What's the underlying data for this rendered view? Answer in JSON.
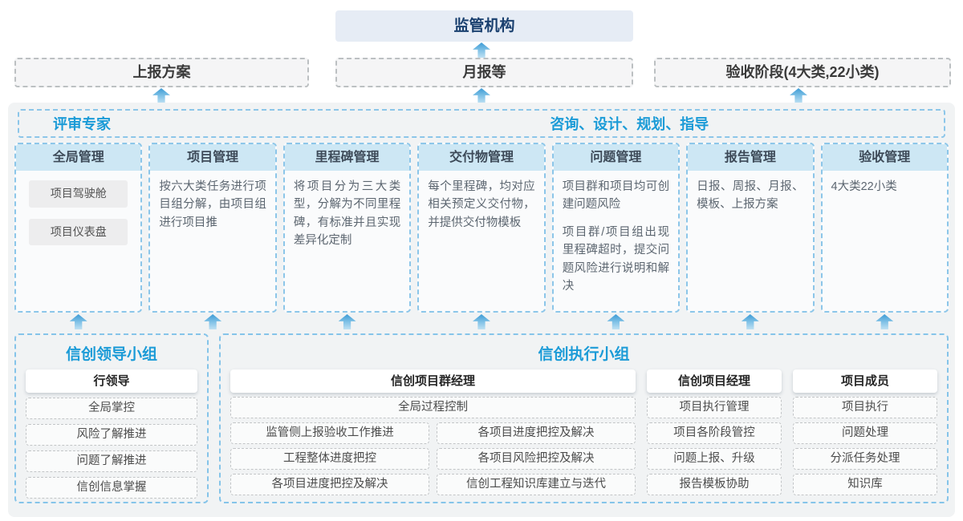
{
  "palette": {
    "accent_blue": "#1b9bd7",
    "navy_text": "#1a406f",
    "column_header_bg": "#cde7f4",
    "arrow_blue": "#3d9bd5",
    "panel_gray": "#f1f3f4",
    "dashed_blue_border": "#8cc6e9"
  },
  "top_box": {
    "label": "监管机构"
  },
  "report_row": {
    "items": [
      {
        "label": "上报方案"
      },
      {
        "label": "月报等"
      },
      {
        "label": "验收阶段(4大类,22小类)"
      }
    ]
  },
  "expert_strip": {
    "left_label": "评审专家",
    "right_label": "咨询、设计、规划、指导"
  },
  "columns": [
    {
      "title": "全局管理",
      "pills": [
        "项目驾驶舱",
        "项目仪表盘"
      ]
    },
    {
      "title": "项目管理",
      "paragraphs": [
        "按六大类任务进行项目组分解，由项目组进行项目推"
      ]
    },
    {
      "title": "里程碑管理",
      "paragraphs": [
        "将项目分为三大类型，分解为不同里程碑，有标准并且实现差异化定制"
      ]
    },
    {
      "title": "交付物管理",
      "paragraphs": [
        "每个里程碑，均对应相关预定义交付物，并提供交付物模板"
      ]
    },
    {
      "title": "问题管理",
      "paragraphs": [
        "项目群和项目均可创建问题风险",
        "项目群/项目组出现里程碑超时，提交问题风险进行说明和解决"
      ]
    },
    {
      "title": "报告管理",
      "paragraphs": [
        "日报、周报、月报、模板、上报方案"
      ]
    },
    {
      "title": "验收管理",
      "paragraphs": [
        "4大类22小类"
      ]
    }
  ],
  "leader_group": {
    "title": "信创领导小组",
    "role": "行领导",
    "items": [
      "全局掌控",
      "风险了解推进",
      "问题了解推进",
      "信创信息掌握"
    ]
  },
  "exec_group": {
    "title": "信创执行小组",
    "pm_group": {
      "role": "信创项目群经理",
      "top_item": "全局过程控制",
      "left_items": [
        "监管侧上报验收工作推进",
        "工程整体进度把控",
        "各项目进度把控及解决"
      ],
      "right_items": [
        "各项目进度把控及解决",
        "各项目风险把控及解决",
        "信创工程知识库建立与迭代"
      ]
    },
    "pm": {
      "role": "信创项目经理",
      "items": [
        "项目执行管理",
        "项目各阶段管控",
        "问题上报、升级",
        "报告模板协助"
      ]
    },
    "member": {
      "role": "项目成员",
      "items": [
        "项目执行",
        "问题处理",
        "分派任务处理",
        "知识库"
      ]
    }
  }
}
